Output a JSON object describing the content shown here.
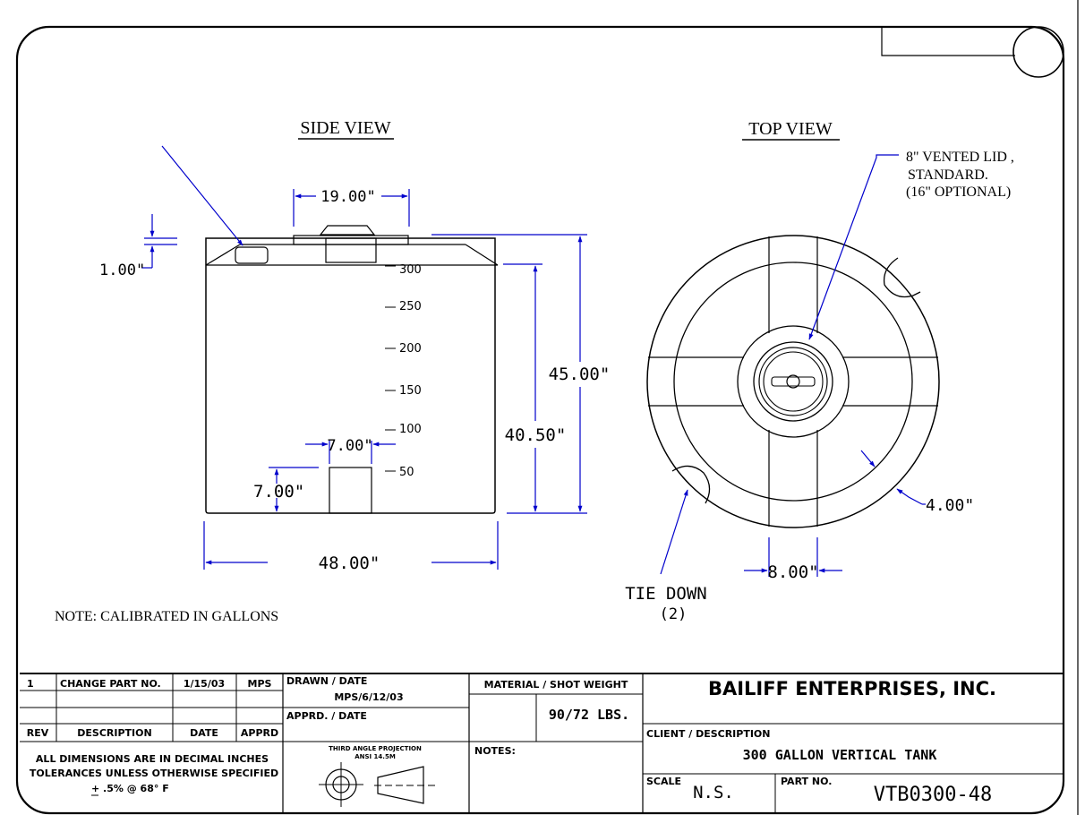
{
  "drawing": {
    "side_view": {
      "title": "SIDE VIEW",
      "dims": {
        "lid_width": "19.00\"",
        "lid_height": "1.00\"",
        "overall_height": "45.00\"",
        "fill_height": "40.50\"",
        "outlet_width": "7.00\"",
        "outlet_height": "7.00\"",
        "diameter": "48.00\""
      },
      "gallon_marks": [
        "300",
        "250",
        "200",
        "150",
        "100",
        "50"
      ]
    },
    "top_view": {
      "title": "TOP VIEW",
      "lid_note": [
        "8\" VENTED LID ,",
        "STANDARD.",
        "(16\" OPTIONAL)"
      ],
      "rib_width": "8.00\"",
      "tiedown_size": "4.00\"",
      "tiedown_label": [
        "TIE DOWN",
        "(2)"
      ]
    },
    "note": "NOTE: CALIBRATED  IN GALLONS"
  },
  "title_block": {
    "revision": {
      "rev": "1",
      "description": "CHANGE PART NO.",
      "date": "1/15/03",
      "apprd": "MPS"
    },
    "rev_headers": {
      "rev": "REV",
      "description": "DESCRIPTION",
      "date": "DATE",
      "apprd": "APPRD"
    },
    "drawn_label": "DRAWN  /  DATE",
    "drawn_value": "MPS/6/12/03",
    "approved_label": "APPRD.  /  DATE",
    "material_label": "MATERIAL  /  SHOT WEIGHT",
    "material_value": "90/72  LBS.",
    "notes_label": "NOTES:",
    "company": "BAILIFF ENTERPRISES, INC.",
    "client_label": "CLIENT  /  DESCRIPTION",
    "client_value": "300  GALLON  VERTICAL  TANK",
    "scale_label": "SCALE",
    "scale_value": "N.S.",
    "part_label": "PART  NO.",
    "part_value": "VTB0300-48",
    "projection": [
      "THIRD ANGLE PROJECTION",
      "ANSI 14.5M"
    ],
    "tolerances": [
      "ALL  DIMENSIONS  ARE  IN  DECIMAL  INCHES",
      "TOLERANCES  UNLESS  OTHERWISE  SPECIFIED",
      "+    .5%  @  68°  F"
    ]
  }
}
